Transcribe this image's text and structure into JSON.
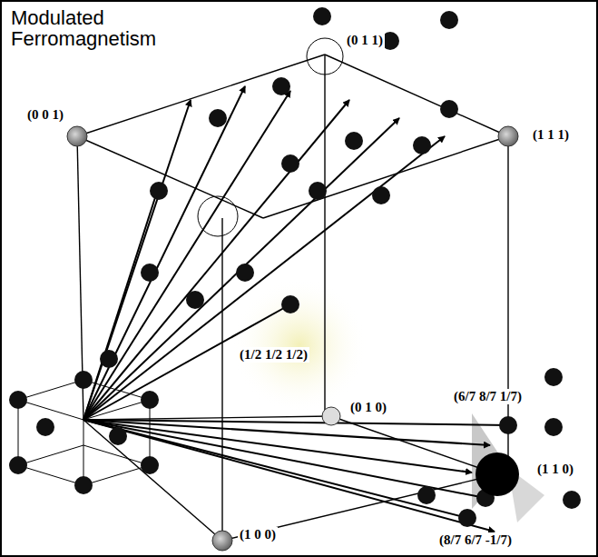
{
  "diagram": {
    "title": "Modulated Ferromagnetism",
    "labels": [
      "(0 0 1)",
      "(0 1 1)",
      "(1 1 1)",
      "(1/2 1/2 1/2)",
      "(0 1 0)",
      "(6/7 8/7 1/7)",
      "(1 1 0)",
      "(8/7 6/7 -1/7)",
      "(1 0 0)"
    ]
  }
}
